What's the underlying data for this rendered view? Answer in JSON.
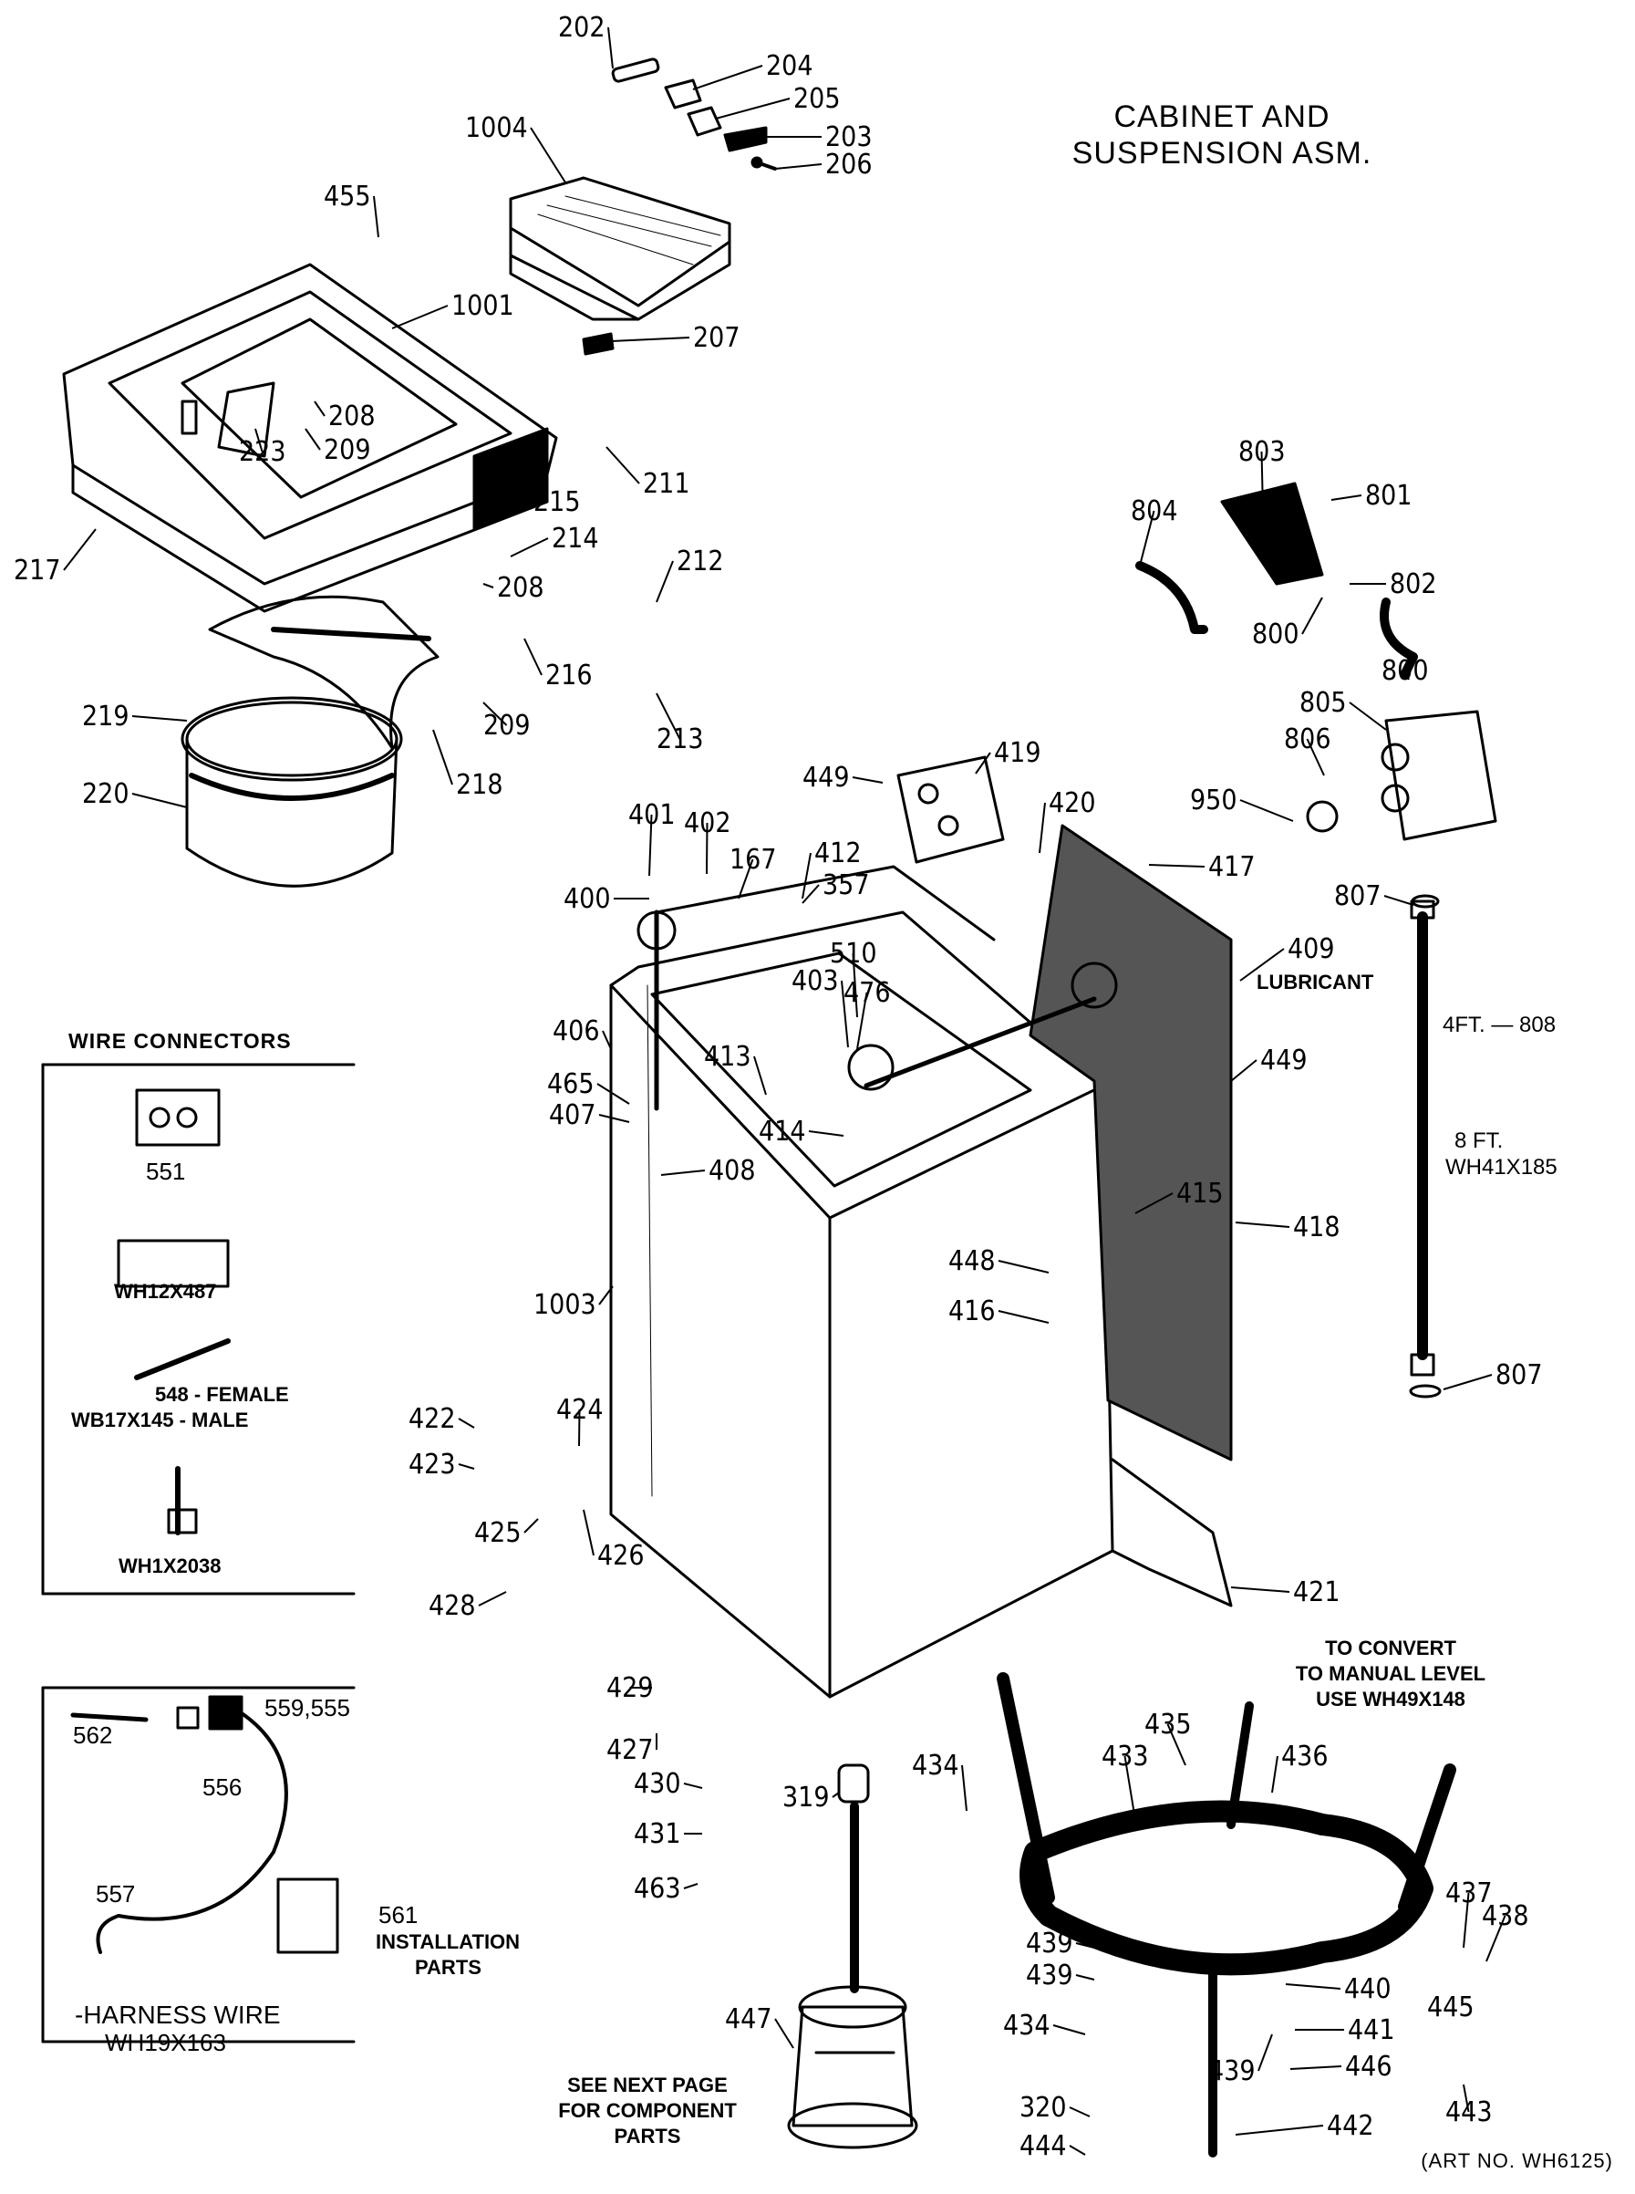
{
  "title_lines": [
    "CABINET AND",
    "SUSPENSION ASM."
  ],
  "art_number": "(ART NO. WH6125)",
  "wire_connectors": {
    "heading": "WIRE CONNECTORS",
    "items": [
      "551",
      "WH12X487",
      "548 - FEMALE",
      "WB17X145 - MALE",
      "WH1X2038"
    ]
  },
  "harness_box": {
    "labels": [
      "562",
      "556",
      "559,555",
      "557",
      "561",
      "INSTALLATION",
      "PARTS",
      "-HARNESS WIRE",
      "WH19X163"
    ]
  },
  "notes": {
    "lubricant": "LUBRICANT",
    "hose_4ft": "4FT. — 808",
    "hose_8ft": "8 FT.",
    "hose_part": "WH41X185",
    "convert": [
      "TO CONVERT",
      "TO MANUAL LEVEL",
      "USE WH49X148"
    ],
    "see_next": [
      "SEE NEXT PAGE",
      "FOR COMPONENT",
      "PARTS"
    ]
  },
  "part_labels": [
    "202",
    "204",
    "205",
    "203",
    "206",
    "1004",
    "455",
    "1001",
    "207",
    "208",
    "209",
    "223",
    "211",
    "217",
    "215",
    "214",
    "212",
    "208",
    "216",
    "209",
    "213",
    "219",
    "220",
    "218",
    "803",
    "801",
    "804",
    "802",
    "800",
    "800",
    "805",
    "806",
    "950",
    "807",
    "449",
    "419",
    "420",
    "401",
    "402",
    "412",
    "167",
    "357",
    "417",
    "400",
    "510",
    "409",
    "403",
    "476",
    "406",
    "465",
    "413",
    "407",
    "414",
    "408",
    "449",
    "415",
    "418",
    "448",
    "416",
    "1003",
    "807",
    "422",
    "424",
    "423",
    "425",
    "426",
    "428",
    "421",
    "429",
    "427",
    "430",
    "435",
    "436",
    "434",
    "433",
    "319",
    "431",
    "463",
    "437",
    "438",
    "439",
    "439",
    "440",
    "445",
    "434",
    "441",
    "446",
    "439",
    "447",
    "320",
    "442",
    "444",
    "443",
    "439"
  ]
}
